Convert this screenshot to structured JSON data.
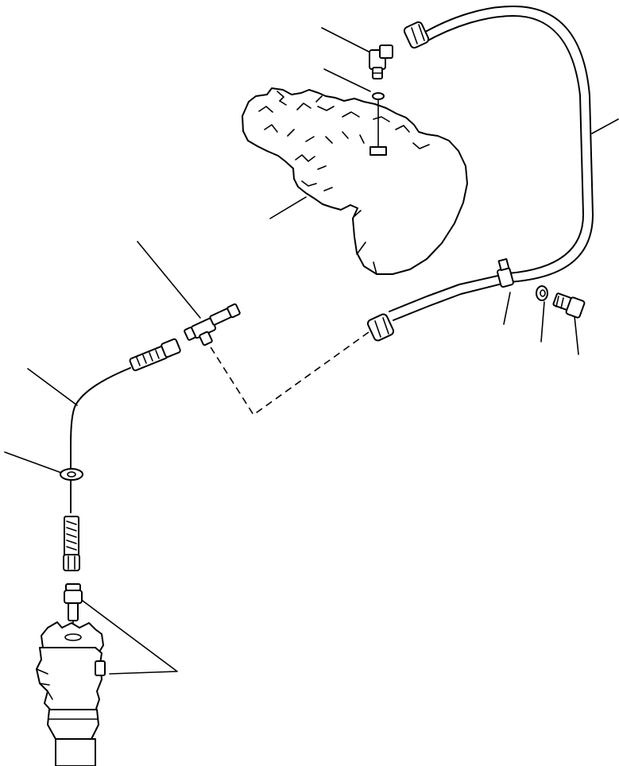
{
  "diagram": {
    "callouts": [
      {
        "id": "fitting-elbow"
      },
      {
        "id": "o-ring"
      },
      {
        "id": "engine-housing"
      },
      {
        "id": "hose-tube"
      },
      {
        "id": "tee-fitting"
      },
      {
        "id": "flexible-line"
      },
      {
        "id": "line-clamp"
      },
      {
        "id": "hose-clamp"
      },
      {
        "id": "washer"
      },
      {
        "id": "bolt"
      },
      {
        "id": "lower-adapter"
      }
    ]
  }
}
